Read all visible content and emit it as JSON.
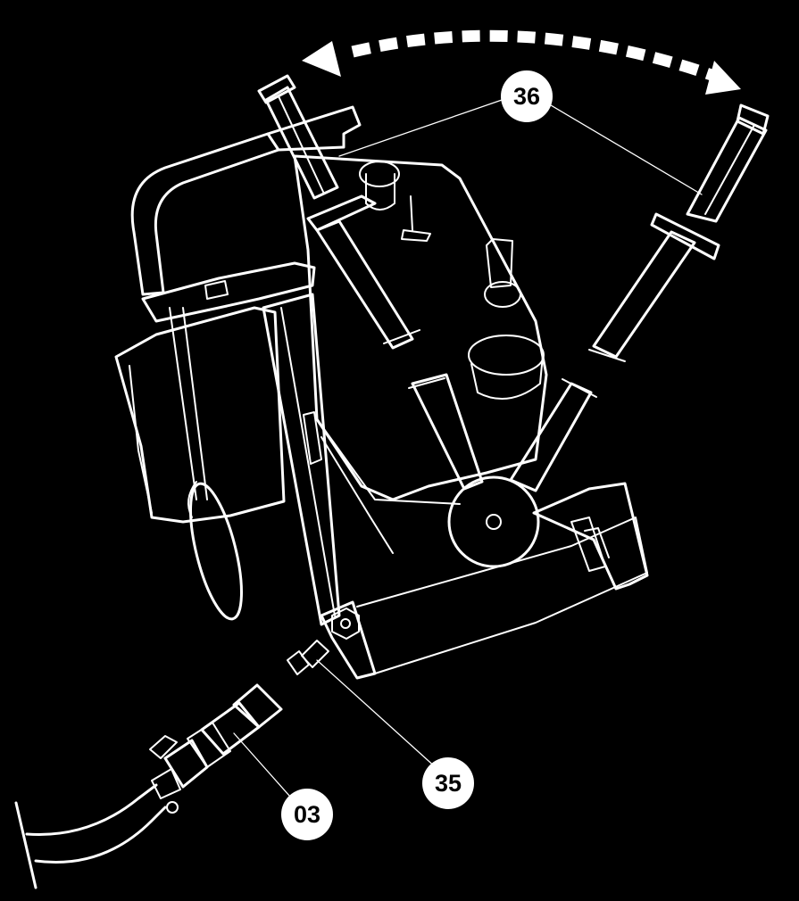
{
  "callouts": [
    {
      "id": "36",
      "label": "36"
    },
    {
      "id": "35",
      "label": "35"
    },
    {
      "id": "03",
      "label": "03"
    }
  ],
  "colors": {
    "background": "#000000",
    "line": "#ffffff"
  }
}
